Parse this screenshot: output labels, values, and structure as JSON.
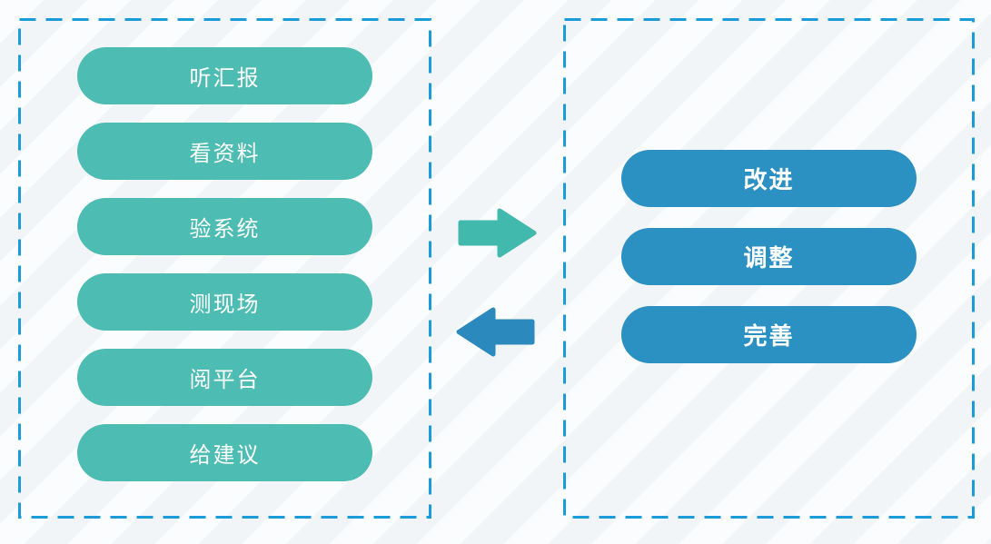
{
  "diagram": {
    "left_panel": {
      "items": [
        "听汇报",
        "看资料",
        "验系统",
        "测现场",
        "阅平台",
        "给建议"
      ]
    },
    "right_panel": {
      "items": [
        "改进",
        "调整",
        "完善"
      ]
    },
    "arrows": {
      "forward": "right-arrow",
      "backward": "left-arrow"
    },
    "colors": {
      "left_pill": "#4dbcb2",
      "right_pill": "#2b90c2",
      "dashed_border": "#1b9cd9",
      "arrow_teal": "#42b9ad",
      "arrow_blue": "#2c89be",
      "background": "#f7f9fa",
      "pill_text": "#ffffff"
    }
  }
}
